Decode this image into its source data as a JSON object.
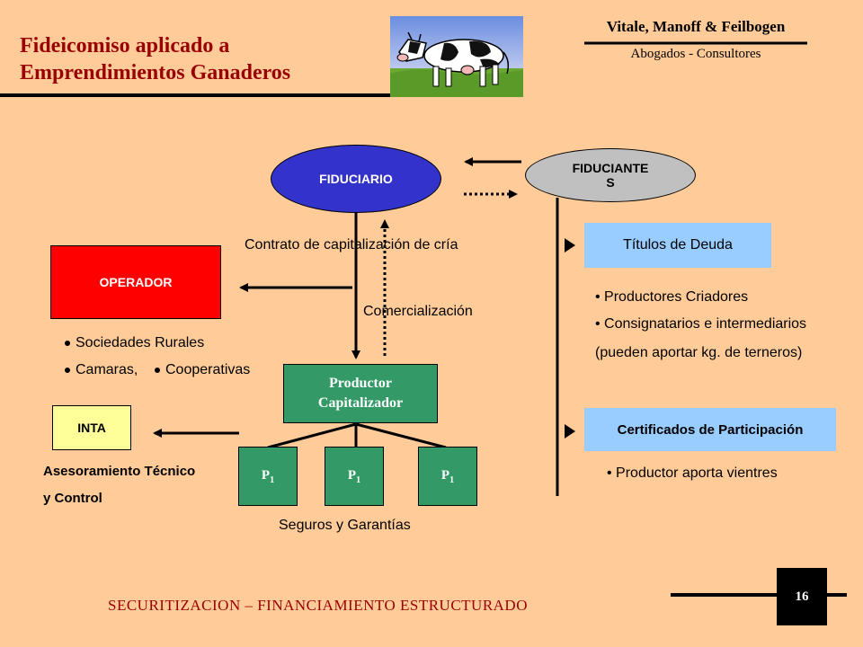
{
  "header": {
    "title_line1": "Fideicomiso aplicado a",
    "title_line2": "Emprendimientos Ganaderos",
    "firm_name": "Vitale, Manoff & Feilbogen",
    "firm_subtitle": "Abogados - Consultores"
  },
  "nodes": {
    "fiduciario": "FIDUCIARIO",
    "fiduciante_line1": "FIDUCIANTE",
    "fiduciante_line2": "S",
    "operador": "OPERADOR",
    "inta": "INTA",
    "productor_line1": "Productor",
    "productor_line2": "Capitalizador",
    "titulos": "Títulos de Deuda",
    "certificados": "Certificados de Participación",
    "p_main": "P",
    "p_sub": "1"
  },
  "labels": {
    "contrato": "Contrato de capitalización de cría",
    "comercializacion": "Comercialización",
    "seguros": "Seguros y Garantías",
    "asesoramiento_line1": "Asesoramiento Técnico",
    "asesoramiento_line2": "y Control"
  },
  "operador_items": {
    "line1": "Sociedades Rurales",
    "line2a": "Camaras,",
    "line2b": "Cooperativas"
  },
  "titulos_bullets": {
    "b1": "Productores Criadores",
    "b2": "Consignatarios e intermediarios",
    "b3": "(pueden aportar kg. de terneros)"
  },
  "certificados_bullets": {
    "b1": "Productor aporta vientres"
  },
  "footer": {
    "text": "SECURITIZACION – FINANCIAMIENTO ESTRUCTURADO",
    "page_number": "16"
  },
  "colors": {
    "background": "#FFCC99",
    "title": "#990000",
    "fiduciario": "#3333CC",
    "fiduciantes": "#C0C0C0",
    "operador": "#FF0000",
    "productor": "#339966",
    "titulos": "#99CCFF",
    "inta": "#FFFF99"
  },
  "icons": {
    "header_image": "cow-icon"
  }
}
